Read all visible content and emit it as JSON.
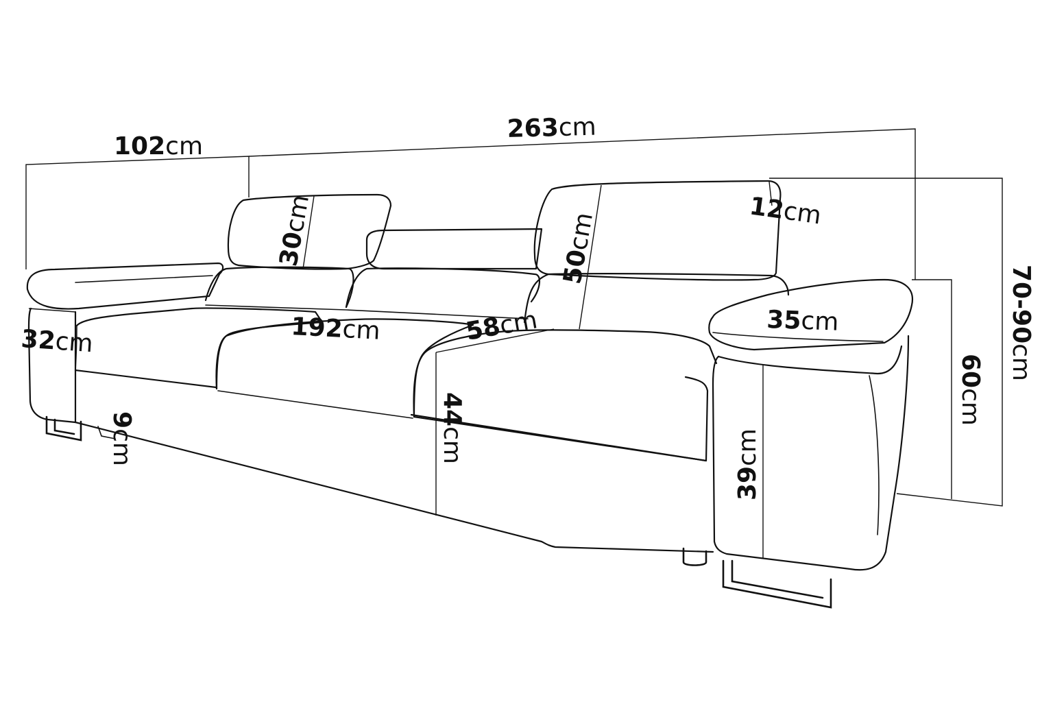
{
  "labels": {
    "depth": {
      "value": "102",
      "unit": "cm"
    },
    "width": {
      "value": "263",
      "unit": "cm"
    },
    "headrest_1": {
      "value": "30",
      "unit": "cm"
    },
    "headrest_2": {
      "value": "50",
      "unit": "cm"
    },
    "headrest_thk": {
      "value": "12",
      "unit": "cm"
    },
    "height": {
      "value": "70-90",
      "unit": "cm"
    },
    "back_height": {
      "value": "60",
      "unit": "cm"
    },
    "arm_depth": {
      "value": "35",
      "unit": "cm"
    },
    "seat_width": {
      "value": "192",
      "unit": "cm"
    },
    "seat_depth": {
      "value": "58",
      "unit": "cm"
    },
    "arm_width": {
      "value": "32",
      "unit": "cm"
    },
    "leg_height": {
      "value": "9",
      "unit": "cm"
    },
    "seat_height": {
      "value": "44",
      "unit": "cm"
    },
    "arm_height": {
      "value": "39",
      "unit": "cm"
    }
  },
  "colors": {
    "line": "#111111",
    "background": "#ffffff"
  }
}
